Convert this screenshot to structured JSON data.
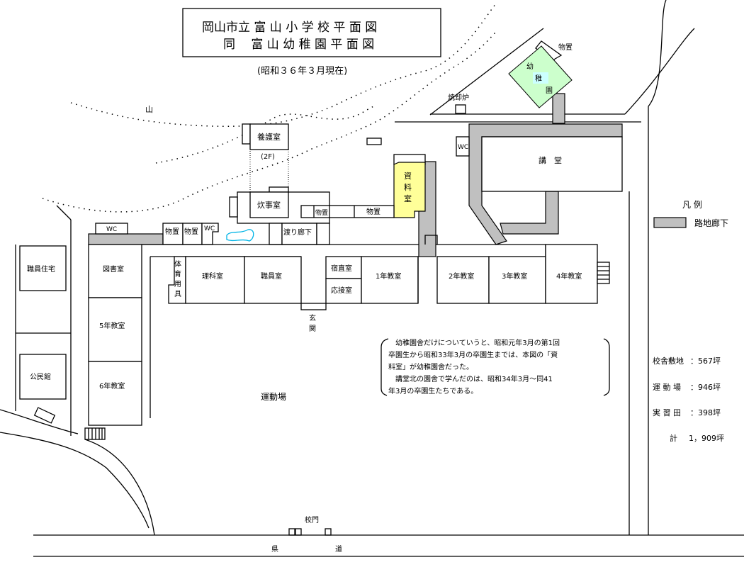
{
  "title": {
    "line1": "岡山市立 富 山 小 学 校 平 面 図",
    "line2": "同　 富 山 幼 稚 園 平 面 図",
    "subtitle": "(昭和３６年３月現在)"
  },
  "colors": {
    "corridor": "#c0c0c0",
    "kindergarten": "#ccffcc",
    "archive": "#ffff99",
    "pond": "#00b4e6"
  },
  "labels": {
    "mountain": "山",
    "incinerator": "焼却炉",
    "storage": "物置",
    "kindergarten": [
      "幼",
      "稚",
      "園"
    ],
    "wc": "WC",
    "hall": "講　堂",
    "infirmary": "養護室",
    "second_floor": "(2F)",
    "archive": [
      "資",
      "料",
      "室"
    ],
    "kitchen": "炊事室",
    "storage_small": "物置",
    "storage2": "物置",
    "storage3": "物置",
    "storage4": "物置",
    "wc2": "WC",
    "wc3": "WC",
    "passage": "渡り廊下",
    "library": "図書室",
    "gym_equipment": [
      "体",
      "育",
      "用",
      "具"
    ],
    "science": "理科室",
    "staff": "職員室",
    "night_duty": "宿直室",
    "reception": "応接室",
    "entrance": [
      "玄",
      "関"
    ],
    "grade1": "1年教室",
    "grade2": "2年教室",
    "grade3": "3年教室",
    "grade4": "4年教室",
    "grade5": "5年教室",
    "grade6": "6年教室",
    "teacher_housing": "職員住宅",
    "community_hall": "公民館",
    "playground": "運動場",
    "school_gate": "校門",
    "prefectural_road": "県　　　　　　　　道"
  },
  "note": {
    "lines": [
      "　幼稚園舎だけについていうと、昭和元年3月の第1回",
      "卒園生から昭和33年3月の卒園生までは、本図の「資",
      "料室」が幼稚園舎だった。",
      "　講堂北の園舎で学んだのは、昭和34年3月〜同41",
      "年3月の卒園生たちである。"
    ]
  },
  "legend": {
    "title": "凡 例",
    "corridor_label": "路地廊下"
  },
  "areas": [
    {
      "label": "校舎敷地",
      "value": "：567坪"
    },
    {
      "label": "運 動 場",
      "value": "：946坪"
    },
    {
      "label": "実 習 田",
      "value": "：398坪"
    },
    {
      "label": "計",
      "value": "1，909坪"
    }
  ]
}
